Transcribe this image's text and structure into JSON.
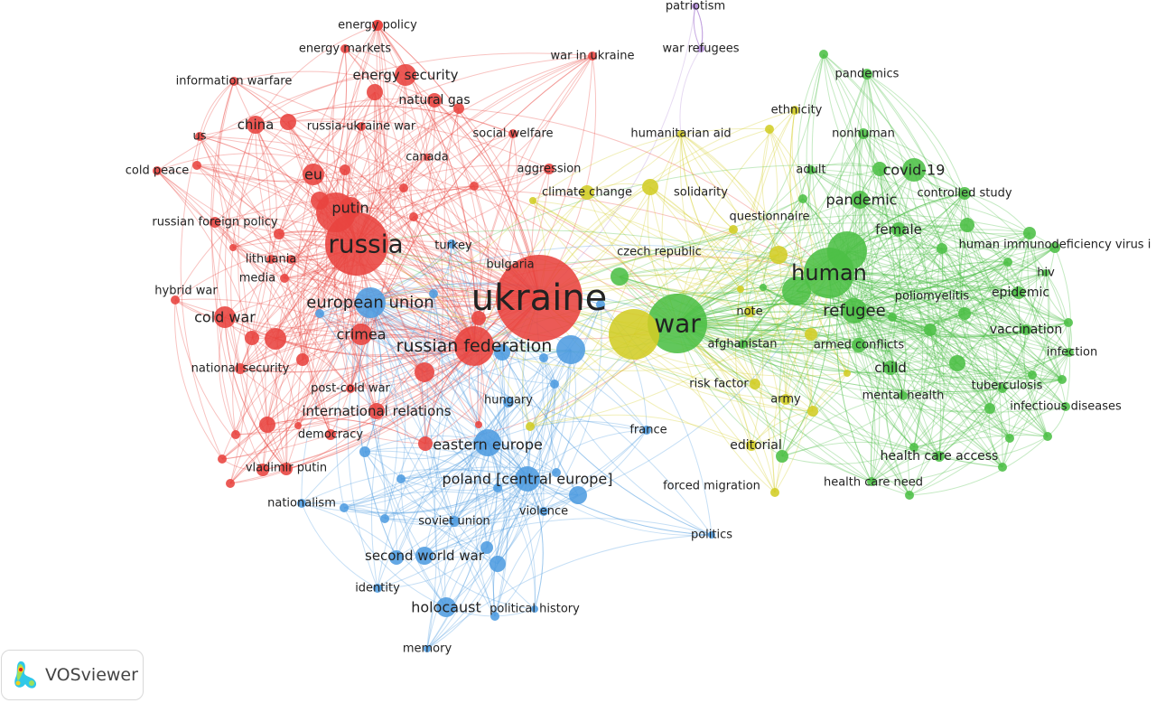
{
  "logo": {
    "text": "VOSviewer"
  },
  "clusters": {
    "red": "#e8433f",
    "blue": "#4e9ce0",
    "yellow": "#d2cd25",
    "green": "#4cbf45",
    "purple": "#b08ad8"
  },
  "network": {
    "nodes": [
      {
        "label": "ukraine",
        "cluster": "red"
      },
      {
        "label": "russia",
        "cluster": "red"
      },
      {
        "label": "russian federation",
        "cluster": "red"
      },
      {
        "label": "crimea",
        "cluster": "red"
      },
      {
        "label": "eu",
        "cluster": "red"
      },
      {
        "label": "putin",
        "cluster": "red"
      },
      {
        "label": "china",
        "cluster": "red"
      },
      {
        "label": "cold war",
        "cluster": "red"
      },
      {
        "label": "international relations",
        "cluster": "red"
      },
      {
        "label": "energy security",
        "cluster": "red"
      },
      {
        "label": "natural gas",
        "cluster": "red"
      },
      {
        "label": "energy policy",
        "cluster": "red"
      },
      {
        "label": "energy markets",
        "cluster": "red"
      },
      {
        "label": "information warfare",
        "cluster": "red"
      },
      {
        "label": "russia-ukraine war",
        "cluster": "red"
      },
      {
        "label": "social welfare",
        "cluster": "red"
      },
      {
        "label": "canada",
        "cluster": "red"
      },
      {
        "label": "aggression",
        "cluster": "red"
      },
      {
        "label": "war in ukraine",
        "cluster": "red"
      },
      {
        "label": "us",
        "cluster": "red"
      },
      {
        "label": "cold peace",
        "cluster": "red"
      },
      {
        "label": "russian foreign policy",
        "cluster": "red"
      },
      {
        "label": "lithuania",
        "cluster": "red"
      },
      {
        "label": "media",
        "cluster": "red"
      },
      {
        "label": "hybrid war",
        "cluster": "red"
      },
      {
        "label": "national security",
        "cluster": "red"
      },
      {
        "label": "post-cold war",
        "cluster": "red"
      },
      {
        "label": "democracy",
        "cluster": "red"
      },
      {
        "label": "vladimir putin",
        "cluster": "red"
      },
      {
        "label": "bulgaria",
        "cluster": "red"
      },
      {
        "label": "european union",
        "cluster": "blue"
      },
      {
        "label": "eastern europe",
        "cluster": "blue"
      },
      {
        "label": "poland [central europe]",
        "cluster": "blue"
      },
      {
        "label": "hungary",
        "cluster": "blue"
      },
      {
        "label": "turkey",
        "cluster": "blue"
      },
      {
        "label": "soviet union",
        "cluster": "blue"
      },
      {
        "label": "second world war",
        "cluster": "blue"
      },
      {
        "label": "holocaust",
        "cluster": "blue"
      },
      {
        "label": "identity",
        "cluster": "blue"
      },
      {
        "label": "political history",
        "cluster": "blue"
      },
      {
        "label": "memory",
        "cluster": "blue"
      },
      {
        "label": "nationalism",
        "cluster": "blue"
      },
      {
        "label": "violence",
        "cluster": "blue"
      },
      {
        "label": "france",
        "cluster": "blue"
      },
      {
        "label": "politics",
        "cluster": "blue"
      },
      {
        "label": "climate change",
        "cluster": "yellow"
      },
      {
        "label": "solidarity",
        "cluster": "yellow"
      },
      {
        "label": "humanitarian aid",
        "cluster": "yellow"
      },
      {
        "label": "ethnicity",
        "cluster": "yellow"
      },
      {
        "label": "questionnaire",
        "cluster": "yellow"
      },
      {
        "label": "note",
        "cluster": "yellow"
      },
      {
        "label": "risk factor",
        "cluster": "yellow"
      },
      {
        "label": "army",
        "cluster": "yellow"
      },
      {
        "label": "editorial",
        "cluster": "yellow"
      },
      {
        "label": "forced migration",
        "cluster": "yellow"
      },
      {
        "label": "war",
        "cluster": "green"
      },
      {
        "label": "human",
        "cluster": "green"
      },
      {
        "label": "refugee",
        "cluster": "green"
      },
      {
        "label": "covid-19",
        "cluster": "green"
      },
      {
        "label": "pandemic",
        "cluster": "green"
      },
      {
        "label": "female",
        "cluster": "green"
      },
      {
        "label": "controlled study",
        "cluster": "green"
      },
      {
        "label": "human immunodeficiency virus i",
        "cluster": "green"
      },
      {
        "label": "hiv",
        "cluster": "green"
      },
      {
        "label": "epidemic",
        "cluster": "green"
      },
      {
        "label": "poliomyelitis",
        "cluster": "green"
      },
      {
        "label": "vaccination",
        "cluster": "green"
      },
      {
        "label": "infection",
        "cluster": "green"
      },
      {
        "label": "child",
        "cluster": "green"
      },
      {
        "label": "armed conflicts",
        "cluster": "green"
      },
      {
        "label": "tuberculosis",
        "cluster": "green"
      },
      {
        "label": "infectious diseases",
        "cluster": "green"
      },
      {
        "label": "mental health",
        "cluster": "green"
      },
      {
        "label": "health care access",
        "cluster": "green"
      },
      {
        "label": "health care need",
        "cluster": "green"
      },
      {
        "label": "pandemics",
        "cluster": "green"
      },
      {
        "label": "nonhuman",
        "cluster": "green"
      },
      {
        "label": "adult",
        "cluster": "green"
      },
      {
        "label": "afghanistan",
        "cluster": "green"
      },
      {
        "label": "czech republic",
        "cluster": "green"
      },
      {
        "label": "patriotism",
        "cluster": "purple"
      },
      {
        "label": "war refugees",
        "cluster": "purple"
      }
    ]
  }
}
